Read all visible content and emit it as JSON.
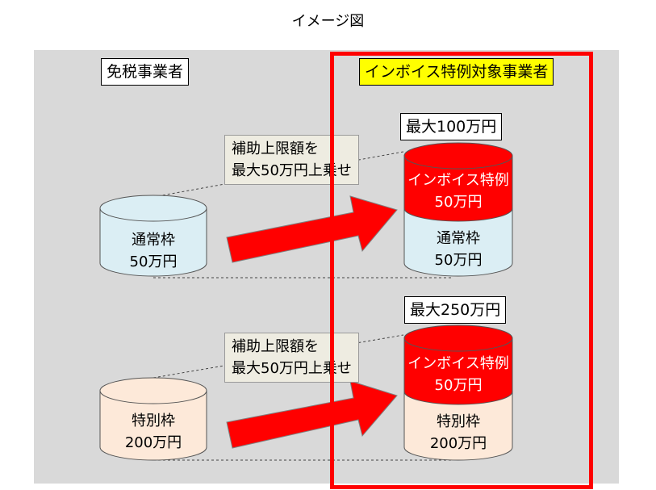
{
  "title": "イメージ図",
  "left_header": "免税事業者",
  "right_header": "インボイス特例対象事業者",
  "colors": {
    "panel": "#d9d9d9",
    "frame": "#ff0000",
    "highlight": "#ffff00",
    "normal_cylinder": "#dbeef4",
    "special_cylinder": "#fde9d9",
    "invoice_cylinder": "#ff0000",
    "note_fill": "#eeece1"
  },
  "top_row": {
    "note": [
      "補助上限額を",
      "最大50万円上乗せ"
    ],
    "max_label": "最大100万円",
    "left_cylinder": [
      "通常枠",
      "50万円"
    ],
    "stack_top": [
      "インボイス特例",
      "50万円"
    ],
    "stack_bottom": [
      "通常枠",
      "50万円"
    ]
  },
  "bottom_row": {
    "note": [
      "補助上限額を",
      "最大50万円上乗せ"
    ],
    "max_label": "最大250万円",
    "left_cylinder": [
      "特別枠",
      "200万円"
    ],
    "stack_top": [
      "インボイス特例",
      "50万円"
    ],
    "stack_bottom": [
      "特別枠",
      "200万円"
    ]
  }
}
